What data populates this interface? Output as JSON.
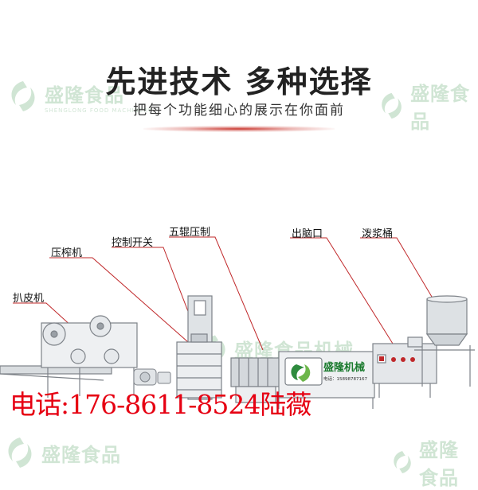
{
  "headline": "先进技术 多种选择",
  "subline": "把每个功能细心的展示在你面前",
  "watermark": {
    "brand": "盛隆食品",
    "brand_en": "SHENGLONG FOOD MACHINERY",
    "machine_text": "盛隆食品机械",
    "icon": "leaf-swirl-logo",
    "color": "#2e8b3e"
  },
  "callouts": {
    "peeler": "扒皮机",
    "press": "压榨机",
    "control_switch": "控制开关",
    "five_roller": "五辊压制",
    "outlet": "出脑口",
    "slurry_bucket": "泼浆桶"
  },
  "machine_panel": {
    "brand": "盛隆机械",
    "phone": "电话：15898787167"
  },
  "contact": "电话:176-8611-8524陆薇",
  "colors": {
    "accent_red": "#e60012",
    "callout_line": "#c0282a",
    "steel": "#c8cdd2"
  }
}
